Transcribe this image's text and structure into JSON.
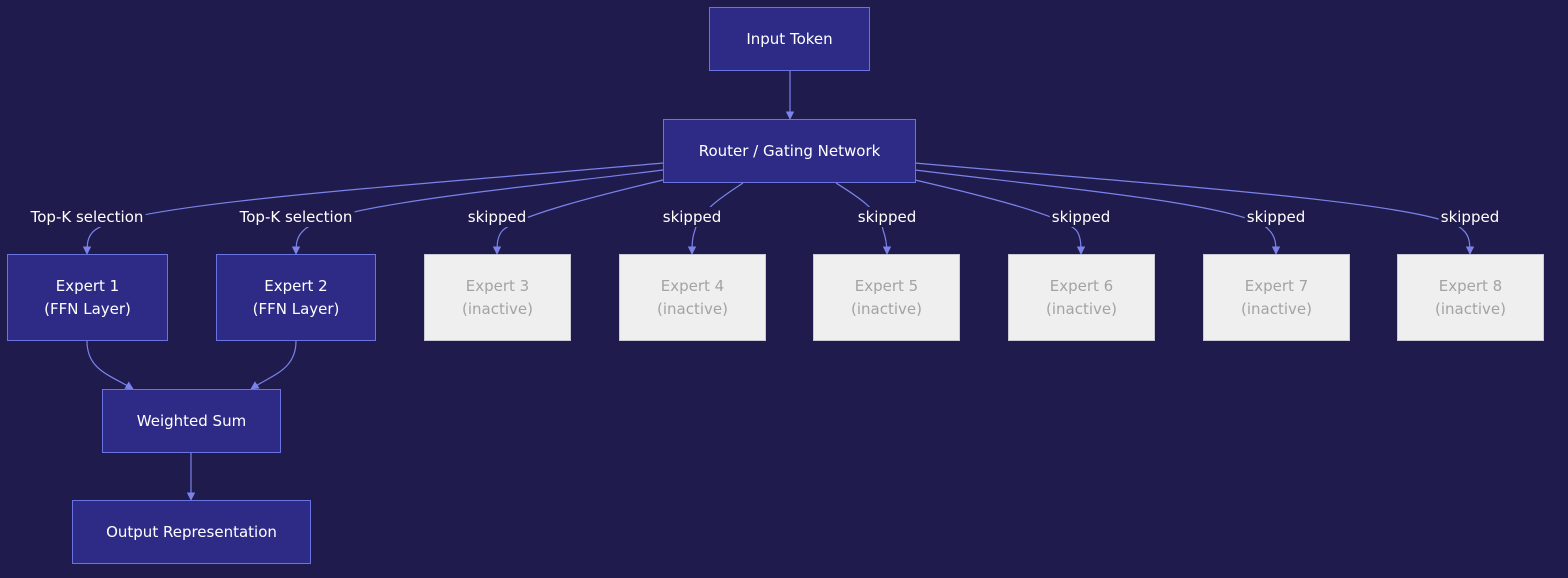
{
  "nodes": {
    "input": {
      "label": "Input Token"
    },
    "router": {
      "label": "Router / Gating Network"
    },
    "experts": [
      {
        "name": "Expert 1",
        "sub": "(FFN Layer)",
        "status": "active"
      },
      {
        "name": "Expert 2",
        "sub": "(FFN Layer)",
        "status": "active"
      },
      {
        "name": "Expert 3",
        "sub": "(inactive)",
        "status": "inactive"
      },
      {
        "name": "Expert 4",
        "sub": "(inactive)",
        "status": "inactive"
      },
      {
        "name": "Expert 5",
        "sub": "(inactive)",
        "status": "inactive"
      },
      {
        "name": "Expert 6",
        "sub": "(inactive)",
        "status": "inactive"
      },
      {
        "name": "Expert 7",
        "sub": "(inactive)",
        "status": "inactive"
      },
      {
        "name": "Expert 8",
        "sub": "(inactive)",
        "status": "inactive"
      }
    ],
    "weighted_sum": {
      "label": "Weighted Sum"
    },
    "output": {
      "label": "Output Representation"
    }
  },
  "edge_labels": [
    "Top-K selection",
    "Top-K selection",
    "skipped",
    "skipped",
    "skipped",
    "skipped",
    "skipped",
    "skipped"
  ],
  "colors": {
    "background": "#1f1b4c",
    "active_fill": "#2e2b86",
    "active_border": "#6b73e0",
    "inactive_fill": "#efefef",
    "inactive_text": "#a3a3a3",
    "edge": "#7b83eb"
  }
}
